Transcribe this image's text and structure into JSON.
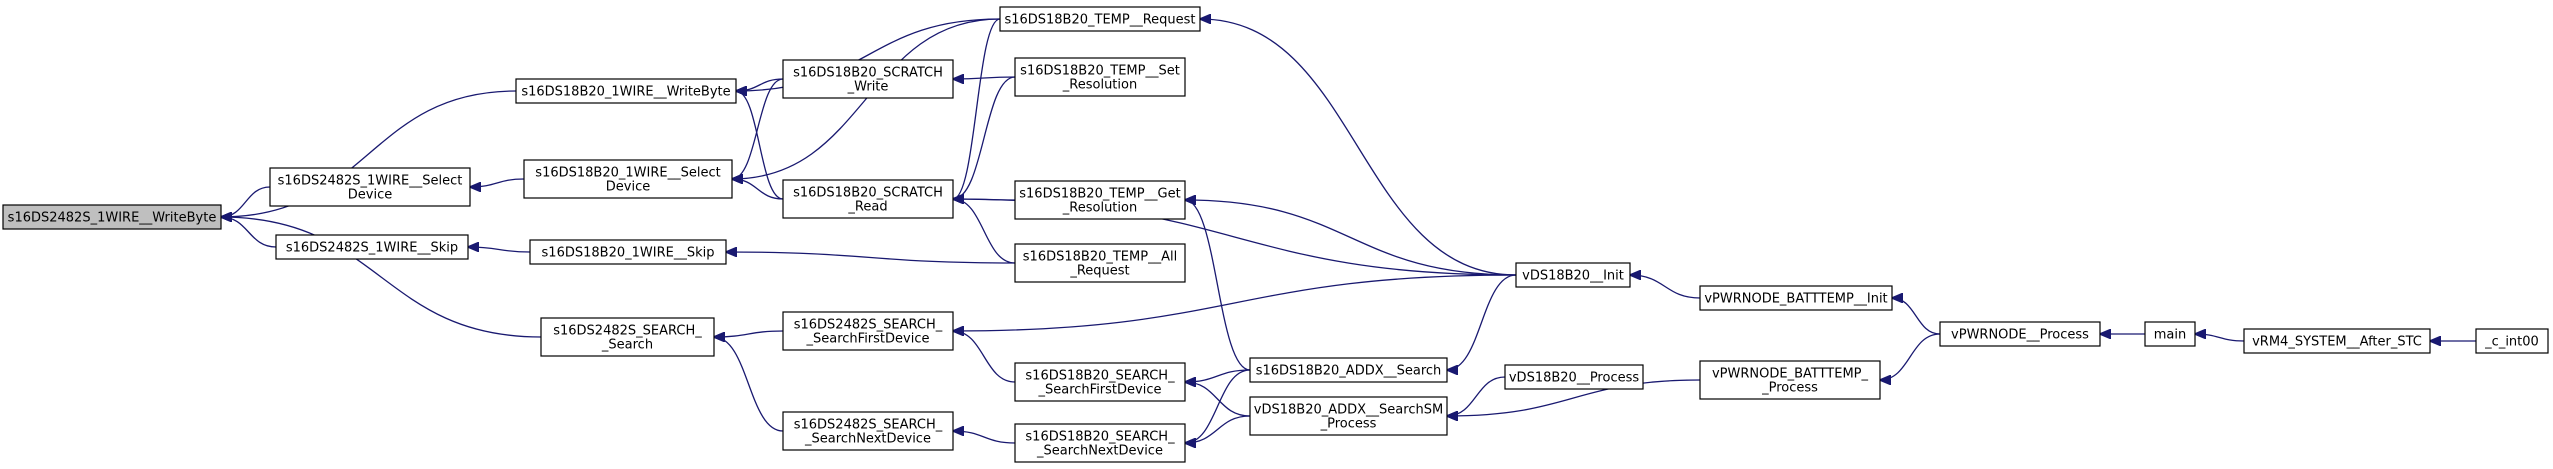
{
  "colors": {
    "edge": "#191970",
    "node_border": "#000000",
    "root_fill": "#bfbfbf",
    "node_fill": "#ffffff"
  },
  "nodes": [
    {
      "id": "root",
      "lines": [
        "s16DS2482S_1WIRE__WriteByte"
      ]
    },
    {
      "id": "wb1w",
      "lines": [
        "s16DS18B20_1WIRE__WriteByte"
      ]
    },
    {
      "id": "seldev2482",
      "lines": [
        "s16DS2482S_1WIRE__Select",
        "Device"
      ]
    },
    {
      "id": "skip2482",
      "lines": [
        "s16DS2482S_1WIRE__Skip"
      ]
    },
    {
      "id": "search2482",
      "lines": [
        "s16DS2482S_SEARCH_",
        "_Search"
      ]
    },
    {
      "id": "seldev18b20",
      "lines": [
        "s16DS18B20_1WIRE__Select",
        "Device"
      ]
    },
    {
      "id": "skip18b20",
      "lines": [
        "s16DS18B20_1WIRE__Skip"
      ]
    },
    {
      "id": "scratchwrite",
      "lines": [
        "s16DS18B20_SCRATCH",
        "_Write"
      ]
    },
    {
      "id": "scratchread",
      "lines": [
        "s16DS18B20_SCRATCH",
        "_Read"
      ]
    },
    {
      "id": "first2482",
      "lines": [
        "s16DS2482S_SEARCH_",
        "_SearchFirstDevice"
      ]
    },
    {
      "id": "next2482",
      "lines": [
        "s16DS2482S_SEARCH_",
        "_SearchNextDevice"
      ]
    },
    {
      "id": "tempreq",
      "lines": [
        "s16DS18B20_TEMP__Request"
      ]
    },
    {
      "id": "tempset",
      "lines": [
        "s16DS18B20_TEMP__Set",
        "_Resolution"
      ]
    },
    {
      "id": "tempget",
      "lines": [
        "s16DS18B20_TEMP__Get",
        "_Resolution"
      ]
    },
    {
      "id": "tempall",
      "lines": [
        "s16DS18B20_TEMP__All",
        "_Request"
      ]
    },
    {
      "id": "first18b20",
      "lines": [
        "s16DS18B20_SEARCH_",
        "_SearchFirstDevice"
      ]
    },
    {
      "id": "next18b20",
      "lines": [
        "s16DS18B20_SEARCH_",
        "_SearchNextDevice"
      ]
    },
    {
      "id": "addxsearch",
      "lines": [
        "s16DS18B20_ADDX__Search"
      ]
    },
    {
      "id": "addxsm",
      "lines": [
        "vDS18B20_ADDX__SearchSM",
        "_Process"
      ]
    },
    {
      "id": "init18b20",
      "lines": [
        "vDS18B20__Init"
      ]
    },
    {
      "id": "process18b20",
      "lines": [
        "vDS18B20__Process"
      ]
    },
    {
      "id": "battinit",
      "lines": [
        "vPWRNODE_BATTTEMP__Init"
      ]
    },
    {
      "id": "battproc",
      "lines": [
        "vPWRNODE_BATTTEMP_",
        "_Process"
      ]
    },
    {
      "id": "pwrproc",
      "lines": [
        "vPWRNODE__Process"
      ]
    },
    {
      "id": "main",
      "lines": [
        "main"
      ]
    },
    {
      "id": "rm4",
      "lines": [
        "vRM4_SYSTEM__After_STC"
      ]
    },
    {
      "id": "cint",
      "lines": [
        "_c_int00"
      ]
    }
  ],
  "edges": [
    [
      "wb1w",
      "root"
    ],
    [
      "seldev2482",
      "root"
    ],
    [
      "skip2482",
      "root"
    ],
    [
      "search2482",
      "root"
    ],
    [
      "tempreq",
      "wb1w"
    ],
    [
      "scratchwrite",
      "wb1w"
    ],
    [
      "scratchread",
      "wb1w"
    ],
    [
      "seldev18b20",
      "seldev2482"
    ],
    [
      "skip18b20",
      "skip2482"
    ],
    [
      "first2482",
      "search2482"
    ],
    [
      "next2482",
      "search2482"
    ],
    [
      "scratchwrite",
      "seldev18b20"
    ],
    [
      "tempreq",
      "seldev18b20"
    ],
    [
      "scratchread",
      "seldev18b20"
    ],
    [
      "tempall",
      "skip18b20"
    ],
    [
      "tempreq",
      "scratchread"
    ],
    [
      "tempset",
      "scratchread"
    ],
    [
      "tempget",
      "scratchread"
    ],
    [
      "tempall",
      "scratchread"
    ],
    [
      "init18b20",
      "scratchread"
    ],
    [
      "tempset",
      "scratchwrite"
    ],
    [
      "first18b20",
      "first2482"
    ],
    [
      "init18b20",
      "first2482"
    ],
    [
      "next18b20",
      "next2482"
    ],
    [
      "init18b20",
      "tempreq"
    ],
    [
      "init18b20",
      "tempget"
    ],
    [
      "addxsearch",
      "tempget"
    ],
    [
      "addxsearch",
      "first18b20"
    ],
    [
      "addxsm",
      "first18b20"
    ],
    [
      "addxsearch",
      "next18b20"
    ],
    [
      "addxsm",
      "next18b20"
    ],
    [
      "init18b20",
      "addxsearch"
    ],
    [
      "process18b20",
      "addxsm"
    ],
    [
      "battproc",
      "addxsm"
    ],
    [
      "battinit",
      "init18b20"
    ],
    [
      "pwrproc",
      "battinit"
    ],
    [
      "pwrproc",
      "battproc"
    ],
    [
      "main",
      "pwrproc"
    ],
    [
      "rm4",
      "main"
    ],
    [
      "cint",
      "rm4"
    ]
  ]
}
